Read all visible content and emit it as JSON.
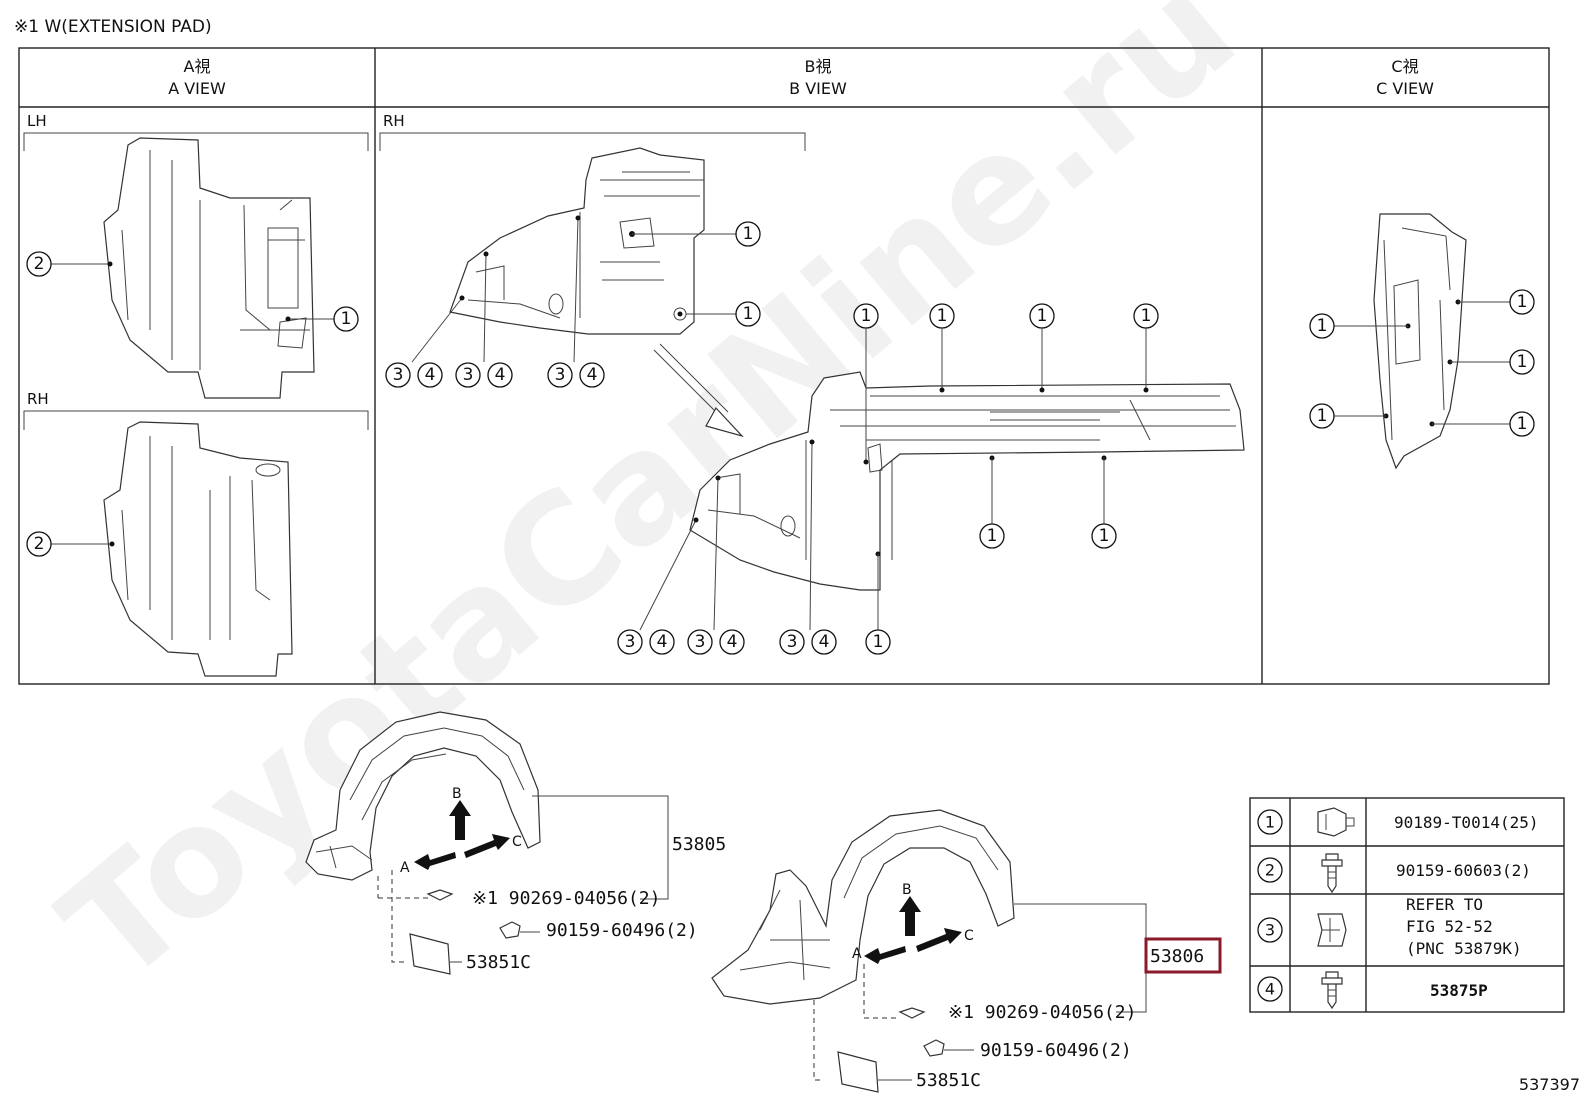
{
  "header": {
    "note": "※1 W(EXTENSION PAD)"
  },
  "views": {
    "a": {
      "jp": "A視",
      "en": "A VIEW"
    },
    "b": {
      "jp": "B視",
      "en": "B VIEW"
    },
    "c": {
      "jp": "C視",
      "en": "C VIEW"
    }
  },
  "sides": {
    "lh": "LH",
    "rh": "RH"
  },
  "callouts": {
    "one": "1",
    "two": "2",
    "three": "3",
    "four": "4"
  },
  "arrows": {
    "a": "A",
    "b": "B",
    "c": "C"
  },
  "parts": {
    "p53805": "53805",
    "p53806": "53806",
    "pad": "※1 90269-04056(2)",
    "bolt": "90159-60496(2)",
    "p53851c": "53851C"
  },
  "fastener_table": [
    {
      "no": "1",
      "icon": "clip-icon",
      "code": "90189-T0014(25)"
    },
    {
      "no": "2",
      "icon": "screw-icon",
      "code": "90159-60603(2)"
    },
    {
      "no": "3",
      "icon": "retainer-icon",
      "lines": [
        "REFER TO",
        "FIG 52-52",
        "(PNC 53879K)"
      ]
    },
    {
      "no": "4",
      "icon": "screw-icon",
      "code": "53875P"
    }
  ],
  "highlight_color": "#8b1a2b",
  "figure_id": "537397",
  "watermark": "ToyotaCarNine.ru"
}
